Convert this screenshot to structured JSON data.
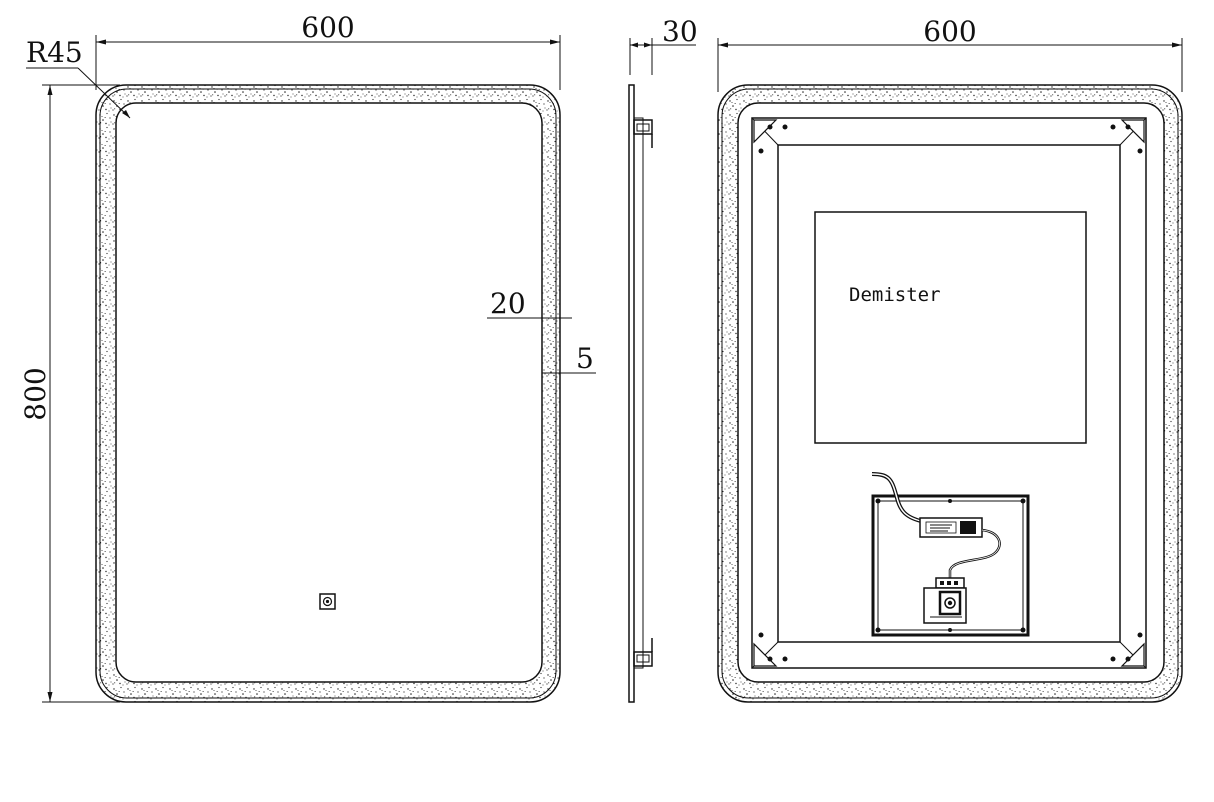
{
  "front_view": {
    "width_label": "600",
    "height_label": "800",
    "radius_label": "R45",
    "frosted_band_label": "20",
    "edge_gap_label": "5"
  },
  "side_view": {
    "depth_label": "30"
  },
  "back_view": {
    "width_label": "600",
    "demister_label": "Demister"
  },
  "colors": {
    "line": "#111111",
    "background": "#ffffff"
  }
}
